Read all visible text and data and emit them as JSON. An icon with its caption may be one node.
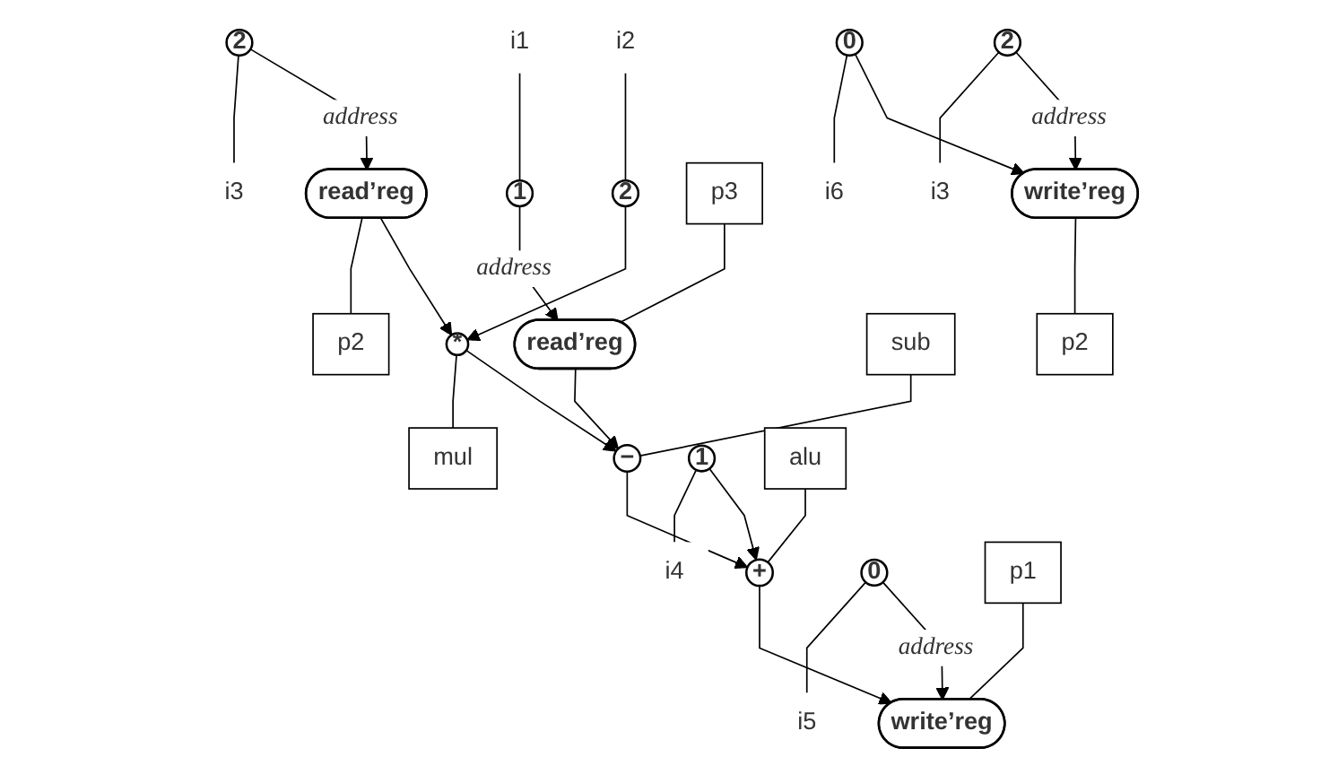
{
  "diagram": {
    "nodes": [
      {
        "text": [
          "2"
        ]
      },
      {
        "text": [
          "i3"
        ]
      },
      {
        "text": [
          "i1"
        ]
      },
      {
        "text": [
          "1"
        ]
      },
      {
        "text": [
          "i2"
        ]
      },
      {
        "text": [
          "2"
        ]
      },
      {
        "text": [
          "read’reg"
        ]
      },
      {
        "text": [
          "p2"
        ]
      },
      {
        "text": [
          "p3"
        ]
      },
      {
        "text": [
          "read’reg"
        ]
      },
      {
        "text": [
          "*"
        ]
      },
      {
        "text": [
          "mul"
        ]
      },
      {
        "text": [
          "sub"
        ]
      },
      {
        "text": [
          "−"
        ]
      },
      {
        "text": [
          "1"
        ]
      },
      {
        "text": [
          "i4"
        ]
      },
      {
        "text": [
          "alu"
        ]
      },
      {
        "text": [
          "+"
        ]
      },
      {
        "text": [
          "0"
        ]
      },
      {
        "text": [
          "i5"
        ]
      },
      {
        "text": [
          "0"
        ]
      },
      {
        "text": [
          "i6"
        ]
      },
      {
        "text": [
          "2"
        ]
      },
      {
        "text": [
          "i3"
        ]
      },
      {
        "text": [
          "p1"
        ]
      },
      {
        "text": [
          "write’reg"
        ]
      },
      {
        "text": [
          "write’reg"
        ]
      },
      {
        "text": [
          "p2"
        ]
      }
    ],
    "edges": [
      {
        "from": 0,
        "to": 1,
        "arrow": "none"
      },
      {
        "from": 0,
        "to": 6,
        "arrow": "to",
        "label": "address"
      },
      {
        "from": 6,
        "to": 7,
        "arrow": "none"
      },
      {
        "from": 2,
        "to": 3,
        "arrow": "none"
      },
      {
        "from": 3,
        "to": 9,
        "arrow": "to",
        "label": "address"
      },
      {
        "from": 4,
        "to": 5,
        "arrow": "none"
      },
      {
        "from": 5,
        "to": 10,
        "arrow": "to"
      },
      {
        "from": 6,
        "to": 10,
        "arrow": "to"
      },
      {
        "from": 8,
        "to": 9,
        "arrow": "none"
      },
      {
        "from": 10,
        "to": 11,
        "arrow": "none"
      },
      {
        "from": 9,
        "to": 13,
        "arrow": "to"
      },
      {
        "from": 10,
        "to": 13,
        "arrow": "to"
      },
      {
        "from": 12,
        "to": 13,
        "arrow": "none"
      },
      {
        "from": 14,
        "to": 15,
        "arrow": "none"
      },
      {
        "from": 13,
        "to": 17,
        "arrow": "to"
      },
      {
        "from": 14,
        "to": 17,
        "arrow": "to"
      },
      {
        "from": 16,
        "to": 17,
        "arrow": "none"
      },
      {
        "from": 18,
        "to": 19,
        "arrow": "none"
      },
      {
        "from": 20,
        "to": 21,
        "arrow": "none"
      },
      {
        "from": 22,
        "to": 23,
        "arrow": "none"
      },
      {
        "from": 17,
        "to": 25,
        "arrow": "to"
      },
      {
        "from": 18,
        "to": 25,
        "arrow": "to",
        "label": "address"
      },
      {
        "from": 20,
        "to": 26,
        "arrow": "to"
      },
      {
        "from": 22,
        "to": 26,
        "arrow": "to",
        "label": "address"
      },
      {
        "from": 24,
        "to": 25,
        "arrow": "none"
      },
      {
        "from": 26,
        "to": 27,
        "arrow": "none"
      }
    ]
  }
}
